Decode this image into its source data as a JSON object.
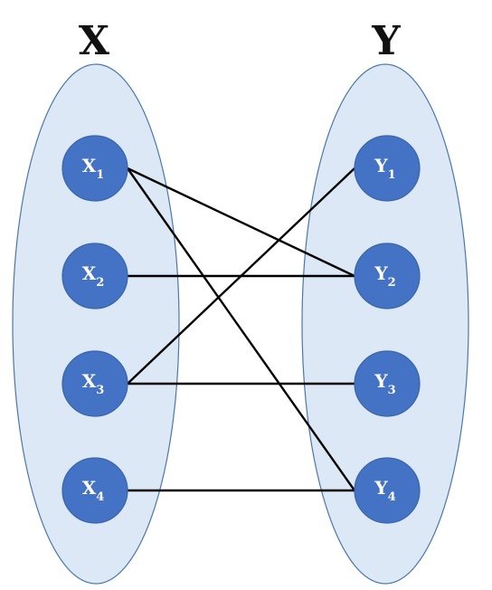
{
  "colors": {
    "set_fill": "#dce8f5",
    "set_stroke": "#4a78a8",
    "node_fill": "#4472c4",
    "edge": "#000000",
    "label": "#ffffff"
  },
  "sets": {
    "left": {
      "title": "X"
    },
    "right": {
      "title": "Y"
    }
  },
  "nodes": {
    "left": [
      {
        "id": "x1",
        "base": "X",
        "sub": "1"
      },
      {
        "id": "x2",
        "base": "X",
        "sub": "2"
      },
      {
        "id": "x3",
        "base": "X",
        "sub": "3"
      },
      {
        "id": "x4",
        "base": "X",
        "sub": "4"
      }
    ],
    "right": [
      {
        "id": "y1",
        "base": "Y",
        "sub": "1"
      },
      {
        "id": "y2",
        "base": "Y",
        "sub": "2"
      },
      {
        "id": "y3",
        "base": "Y",
        "sub": "3"
      },
      {
        "id": "y4",
        "base": "Y",
        "sub": "4"
      }
    ]
  },
  "edges": [
    {
      "from": "x1",
      "to": "y2"
    },
    {
      "from": "x1",
      "to": "y4"
    },
    {
      "from": "x2",
      "to": "y2"
    },
    {
      "from": "x3",
      "to": "y1"
    },
    {
      "from": "x3",
      "to": "y3"
    },
    {
      "from": "x4",
      "to": "y4"
    }
  ]
}
